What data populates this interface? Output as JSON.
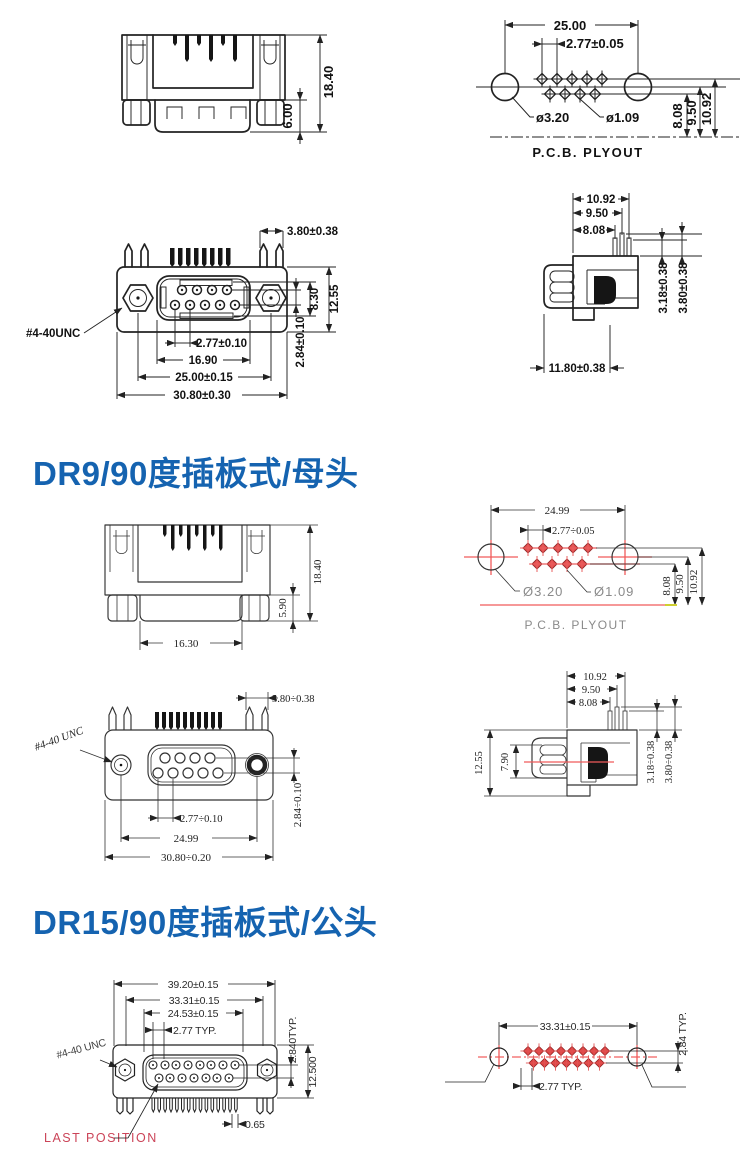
{
  "colors": {
    "title_blue": "#1563b0",
    "drawing_dark": "#222222",
    "red_line": "#f05a5a",
    "red_pad_fill": "#e04848",
    "yellow_segment": "#cfcf30",
    "gray_text": "#8a8a8a",
    "last_position_red": "#cb4458"
  },
  "titles": {
    "dr9": "DR9/90度插板式/母头",
    "dr15": "DR15/90度插板式/公头"
  },
  "dr9_female": {
    "rear": {
      "total_height": "18.40",
      "flange_height": "6.00"
    },
    "pcb": {
      "width": "25.00",
      "pitch": "2.77±0.05",
      "hole_big": "ø3.20",
      "hole_small": "ø1.09",
      "d808": "8.08",
      "d950": "9.50",
      "d1092": "10.92",
      "caption": "P.C.B. PLYOUT"
    },
    "front": {
      "clip": "3.80±0.38",
      "d830": "8.30",
      "d1255": "12.55",
      "thread": "#4-40UNC",
      "pitch": "2.77±0.10",
      "face": "16.90",
      "span": "25.00±0.15",
      "total": "30.80±0.30",
      "rows": "2.84±0.10"
    },
    "side": {
      "d1092": "10.92",
      "d950": "9.50",
      "d808": "8.08",
      "tail1": "3.18±0.38",
      "tail2": "3.80±0.38",
      "depth": "11.80±0.38"
    }
  },
  "dr9_male": {
    "rear": {
      "total_height": "18.40",
      "flange_height": "5.90",
      "flange_width": "16.30"
    },
    "pcb": {
      "width": "24.99",
      "pitch": "2.77÷0.05",
      "hole_big": "Ø3.20",
      "hole_small": "Ø1.09",
      "d808": "8.08",
      "d950": "9.50",
      "d1092": "10.92",
      "caption": "P.C.B. PLYOUT"
    },
    "front": {
      "clip": "3.80÷0.38",
      "thread": "#4-40 UNC",
      "pitch": "2.77÷0.10",
      "span": "24.99",
      "total": "30.80÷0.20",
      "rows": "2.84÷0.10"
    },
    "side": {
      "d1092": "10.92",
      "d950": "9.50",
      "d808": "8.08",
      "d1255": "12.55",
      "d790": "7.90",
      "tail1": "3.18÷0.38",
      "tail2": "3.80÷0.38"
    }
  },
  "dr15_male": {
    "front": {
      "total": "39.20±0.15",
      "span": "33.31±0.15",
      "face": "24.53±0.15",
      "pitch": "2.77 TYP.",
      "thread": "#4-40 UNC",
      "rows": "2.840TYP.",
      "height": "12.500",
      "tail": "0.65",
      "last_position": "LAST POSITION"
    },
    "pcb": {
      "span": "33.31±0.15",
      "rows": "2.84 TYP.",
      "pitch": "2.77 TYP."
    }
  }
}
